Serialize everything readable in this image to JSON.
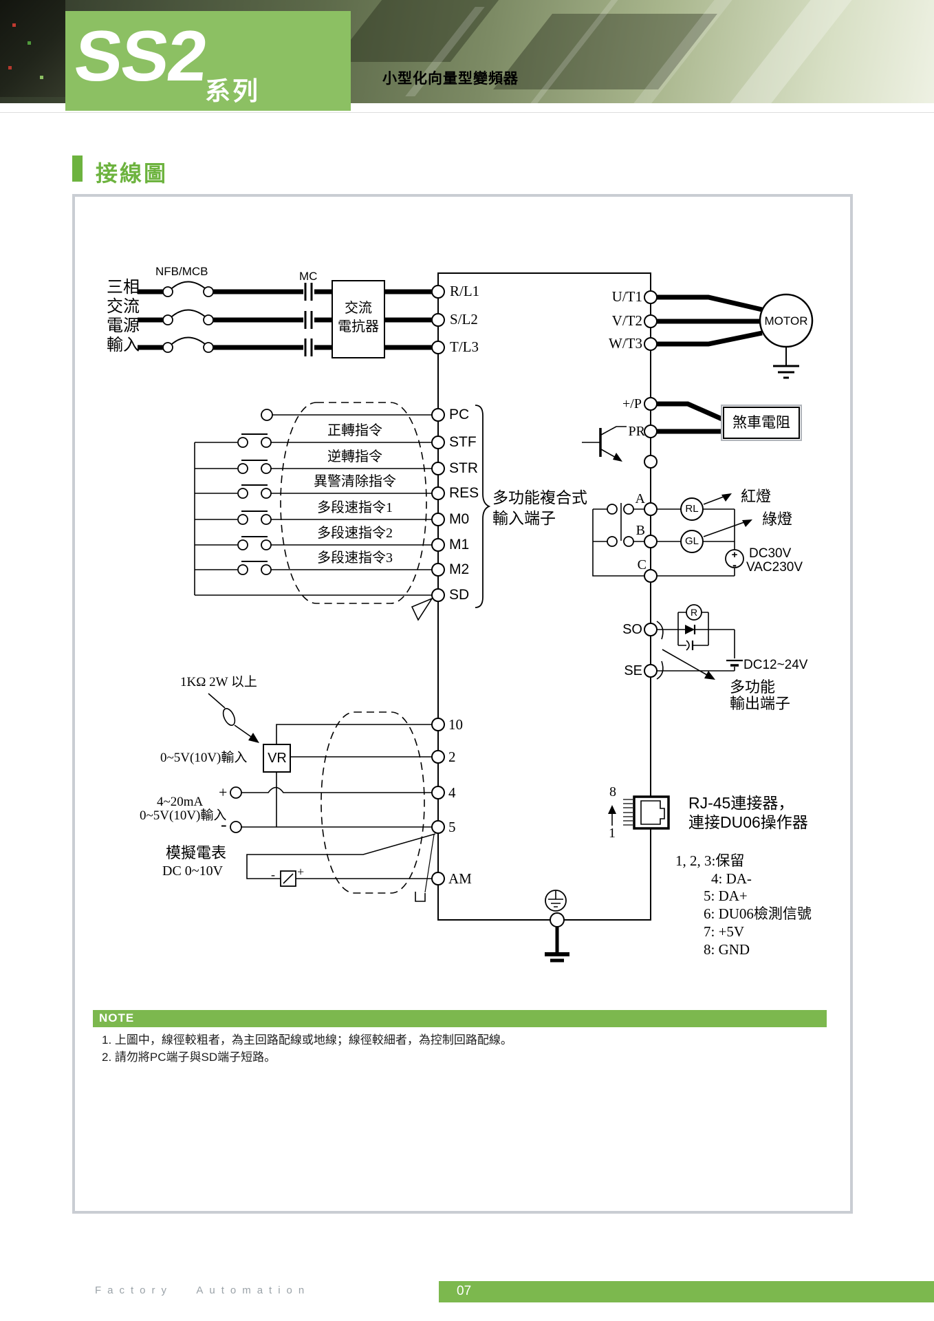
{
  "header": {
    "product": "SS2",
    "series": "系列",
    "subtitle": "小型化向量型變頻器"
  },
  "section_title": "接線圖",
  "diagram": {
    "power": {
      "source": [
        "三相",
        "交流",
        "電源",
        "輸入"
      ],
      "breaker": "NFB/MCB",
      "contactor": "MC",
      "reactor": [
        "交流",
        "電抗器"
      ],
      "terminals": [
        "R/L1",
        "S/L2",
        "T/L3"
      ]
    },
    "output": {
      "terminals": [
        "U/T1",
        "V/T2",
        "W/T3"
      ],
      "motor": "MOTOR"
    },
    "brake": {
      "p": "+/P",
      "pr": "PR",
      "resistor": "煞車電阻"
    },
    "inputs": {
      "pc": "PC",
      "rows": [
        {
          "cmd": "正轉指令",
          "terminal": "STF"
        },
        {
          "cmd": "逆轉指令",
          "terminal": "STR"
        },
        {
          "cmd": "異警清除指令",
          "terminal": "RES"
        },
        {
          "cmd": "多段速指令1",
          "terminal": "M0"
        },
        {
          "cmd": "多段速指令2",
          "terminal": "M1"
        },
        {
          "cmd": "多段速指令3",
          "terminal": "M2"
        }
      ],
      "sd": "SD",
      "group": [
        "多功能複合式",
        "輸入端子"
      ]
    },
    "relay": {
      "terminals": [
        "A",
        "B",
        "C"
      ],
      "lamps": [
        "RL",
        "GL"
      ],
      "lamp_names": [
        "紅燈",
        "綠燈"
      ],
      "rating": [
        "DC30V",
        "VAC230V"
      ],
      "plus": "+",
      "minus": "-"
    },
    "open_collector": {
      "so": "SO",
      "se": "SE",
      "relay": "R",
      "supply": "DC12~24V",
      "group": [
        "多功能",
        "輸出端子"
      ]
    },
    "analog": {
      "pot_note": "1KΩ 2W 以上",
      "vr": "VR",
      "input1": "0~5V(10V)輸入",
      "plus": "+",
      "minus": "-",
      "input2a": "4~20mA",
      "input2b": "0~5V(10V)輸入",
      "meter": [
        "模擬電表",
        "DC 0~10V"
      ],
      "meter_minus": "-",
      "meter_plus": "+",
      "terminals": [
        "10",
        "2",
        "4",
        "5",
        "AM"
      ]
    },
    "rj45": {
      "pin_top": "8",
      "pin_bottom": "1",
      "label": [
        "RJ-45連接器，",
        "連接DU06操作器"
      ],
      "pin_map": [
        "1, 2, 3:保留",
        "4: DA-",
        "5: DA+",
        "6: DU06檢測信號",
        "7: +5V",
        "8: GND"
      ]
    }
  },
  "note": {
    "title": "NOTE",
    "items": [
      "1.  上圖中，線徑較粗者，為主回路配線或地線；線徑較細者，為控制回路配線。",
      "2.  請勿將PC端子與SD端子短路。"
    ]
  },
  "footer": {
    "brand": "Factory Automation",
    "page": "07"
  },
  "colors": {
    "brand_green": "#7cb84e",
    "header_green": "#8cc063",
    "title_green": "#6db33f"
  }
}
